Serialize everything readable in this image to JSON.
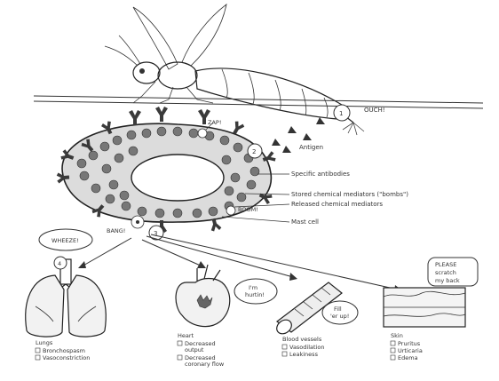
{
  "sounds": {
    "ouch": "OUCH!",
    "zap": "ZAP!",
    "bang": "BANG!",
    "boom": "BOOM!",
    "wheeze": "WHEEZE!"
  },
  "steps": {
    "s1": "1",
    "s2": "2",
    "s3": "3",
    "s4": "4"
  },
  "labels": {
    "antigen": "Antigen",
    "specific_antibodies": "Specific antibodies",
    "stored_mediators": "Stored chemical mediators (\"bombs\")",
    "released_mediators": "Released chemical mediators",
    "mast_cell": "Mast cell"
  },
  "bubbles": {
    "heart": [
      "I'm",
      "hurtin!"
    ],
    "vessel": [
      "Fill",
      "'er up!"
    ],
    "skin": [
      "PLEASE",
      "scratch",
      "my back"
    ]
  },
  "organs": {
    "lungs": {
      "name": "Lungs",
      "effects": [
        "Bronchospasm",
        "Vasoconstriction"
      ]
    },
    "heart": {
      "name": "Heart",
      "effects": [
        "Decreased",
        "output",
        "Decreased",
        "coronary flow"
      ]
    },
    "vessels": {
      "name": "Blood vessels",
      "effects": [
        "Vasodilation",
        "Leakiness"
      ]
    },
    "skin": {
      "name": "Skin",
      "effects": [
        "Pruritus",
        "Urticaria",
        "Edema"
      ]
    }
  }
}
